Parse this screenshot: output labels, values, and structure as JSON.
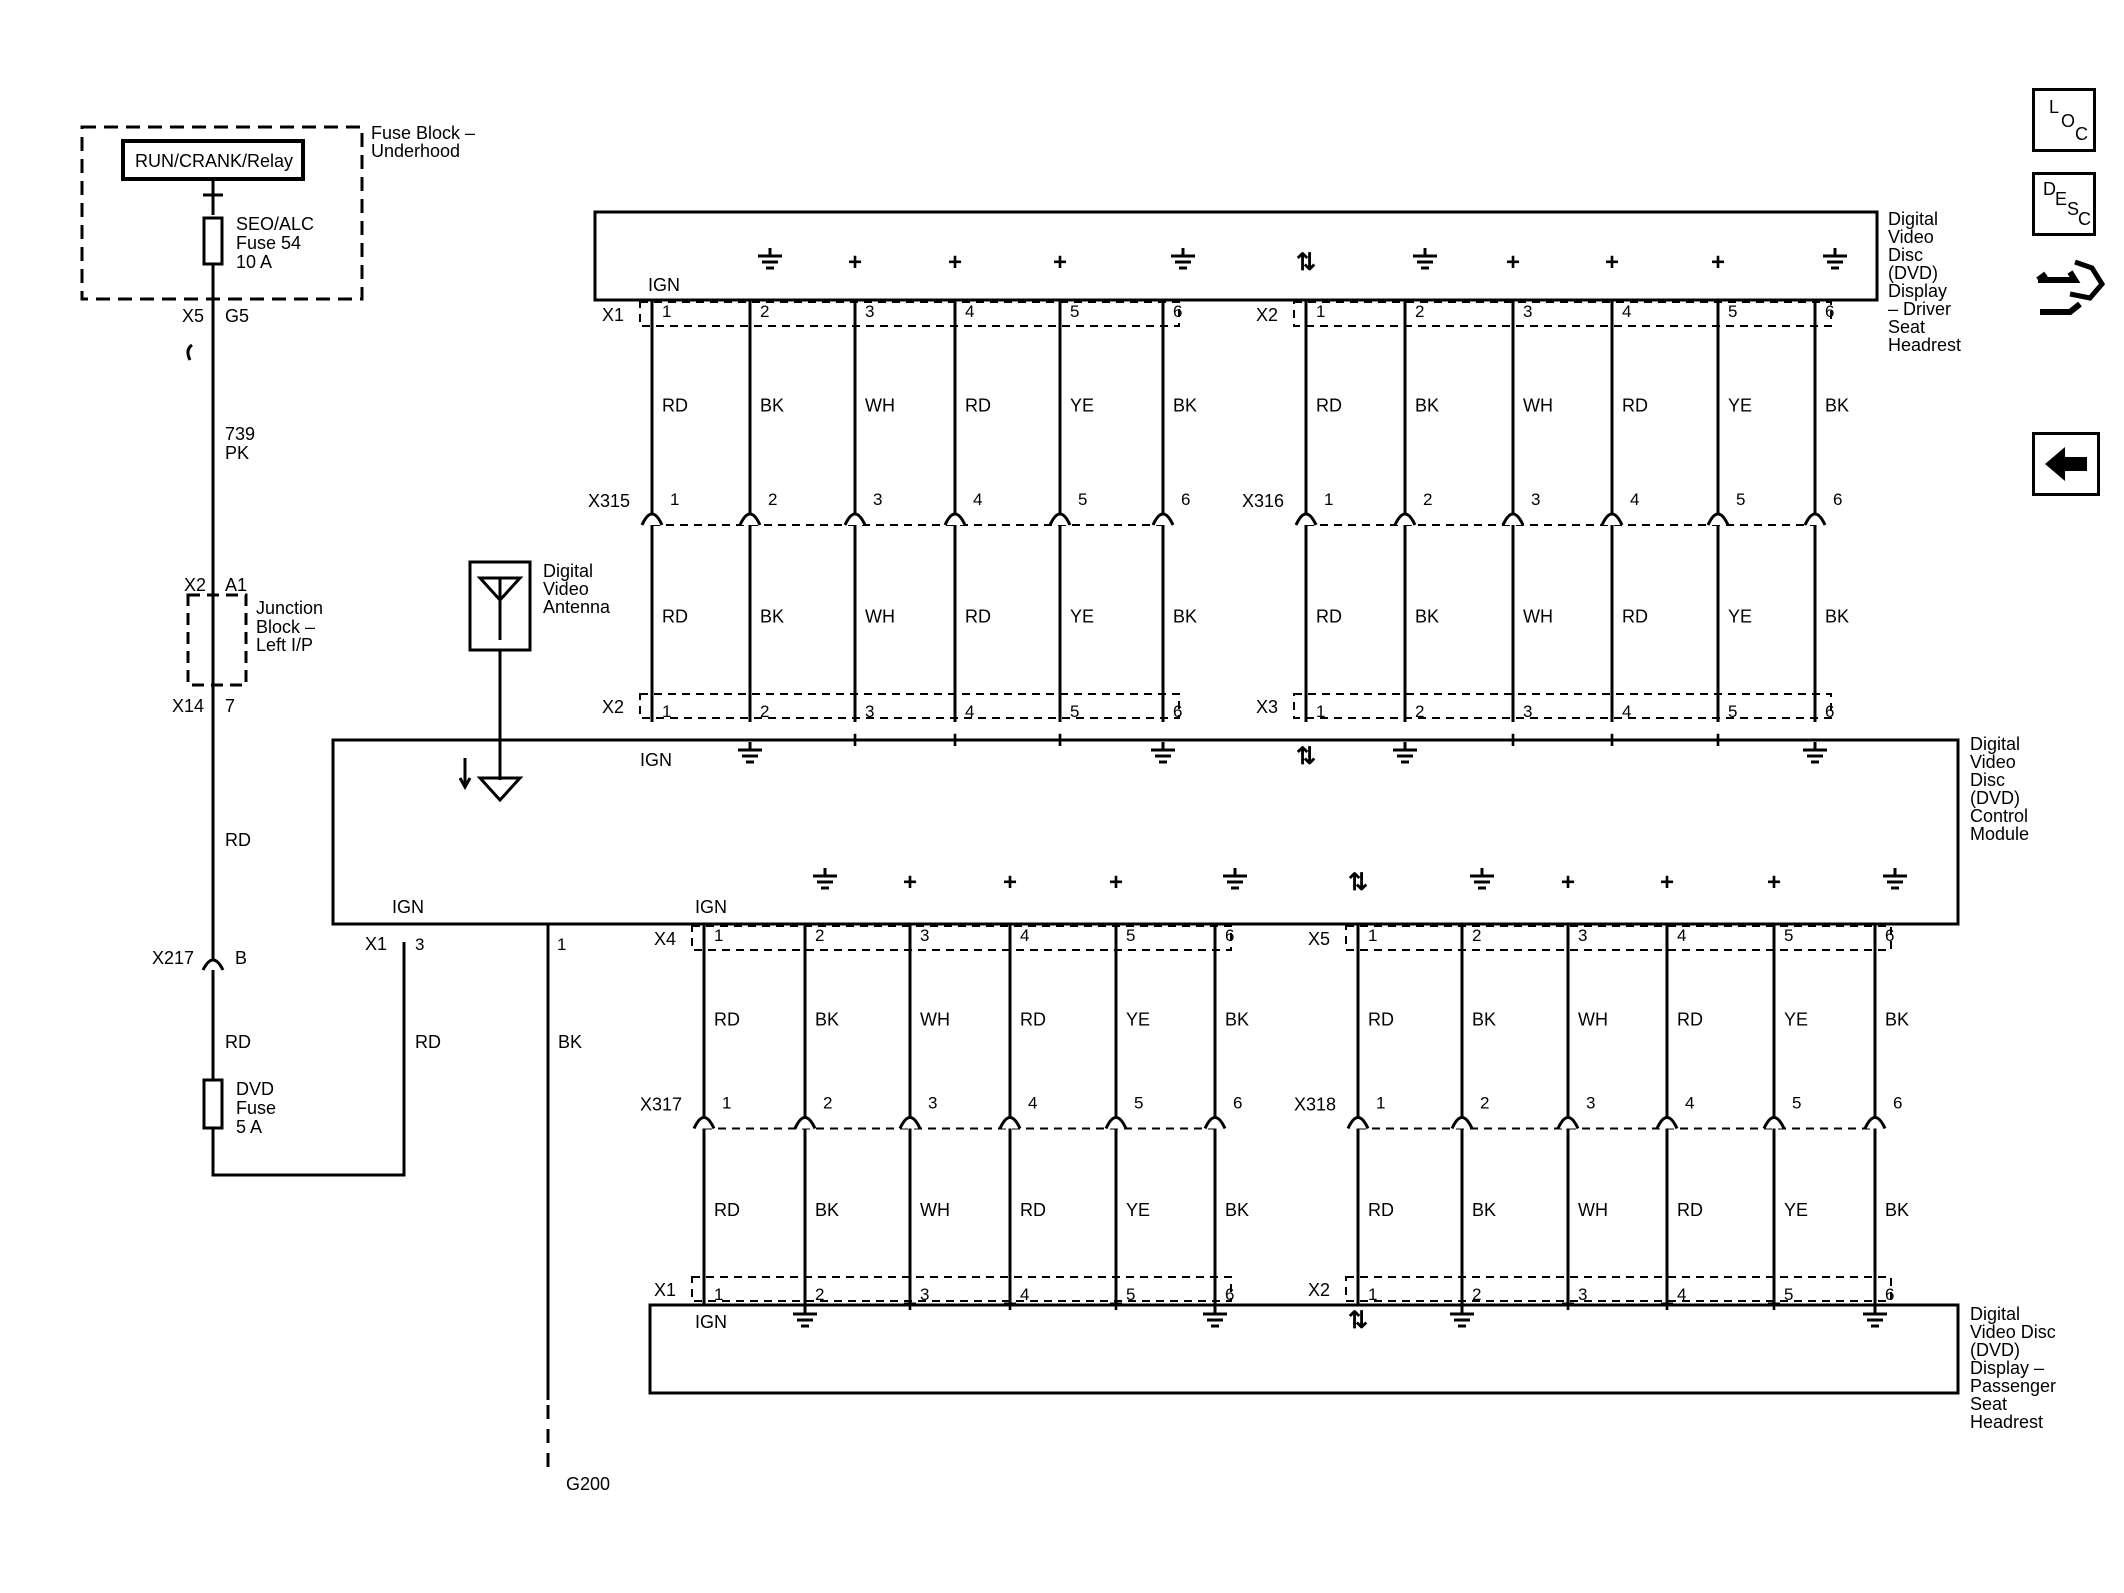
{
  "fuse_block": {
    "title_line1": "Fuse Block –",
    "title_line2": "Underhood",
    "relay": "RUN/CRANK/Relay",
    "fuse_line1": "SEO/ALC",
    "fuse_line2": "Fuse 54",
    "fuse_line3": "10 A",
    "conn": "X5",
    "pin": "G5"
  },
  "feed": {
    "circuit": "739",
    "color": "PK",
    "jb_conn_top": "X2",
    "jb_pin_top": "A1",
    "jb_title1": "Junction",
    "jb_title2": "Block –",
    "jb_title3": "Left I/P",
    "jb_conn_bot": "X14",
    "jb_pin_bot": "7",
    "rd1": "RD",
    "inline_conn": "X217",
    "inline_pin": "B",
    "rd2": "RD",
    "dvd_fuse1": "DVD",
    "dvd_fuse2": "Fuse",
    "dvd_fuse3": "5 A"
  },
  "antenna": {
    "line1": "Digital",
    "line2": "Video",
    "line3": "Antenna"
  },
  "driver_display": {
    "line1": "Digital",
    "line2": "Video",
    "line3": "Disc",
    "line4": "(DVD)",
    "line5": "Display",
    "line6": "– Driver",
    "line7": "Seat",
    "line8": "Headrest",
    "ign": "IGN",
    "conn_a": "X1",
    "conn_b": "X2"
  },
  "control_module": {
    "line1": "Digital",
    "line2": "Video",
    "line3": "Disc",
    "line4": "(DVD)",
    "line5": "Control",
    "line6": "Module",
    "ign_top": "IGN",
    "ign_x1": "IGN",
    "ign_x4": "IGN",
    "conn_top_a": "X2",
    "conn_top_b": "X3",
    "conn_x1": "X1",
    "conn_x4": "X4",
    "conn_x5": "X5",
    "x1_pin3": "3",
    "x1_pin1": "1",
    "x1_wire_rd": "RD",
    "x1_wire_bk": "BK"
  },
  "passenger_display": {
    "line1": "Digital",
    "line2": "Video Disc",
    "line3": "(DVD)",
    "line4": "Display –",
    "line5": "Passenger",
    "line6": "Seat",
    "line7": "Headrest",
    "ign": "IGN",
    "conn_a": "X1",
    "conn_b": "X2"
  },
  "inline_connectors": {
    "upper_a": "X315",
    "upper_b": "X316",
    "lower_a": "X317",
    "lower_b": "X318"
  },
  "ground": {
    "label": "G200"
  },
  "pins": [
    "1",
    "2",
    "3",
    "4",
    "5",
    "6"
  ],
  "wire_colors": [
    "RD",
    "BK",
    "WH",
    "RD",
    "YE",
    "BK"
  ],
  "nav": {
    "loc_l": "L",
    "loc_o": "O",
    "loc_c": "C",
    "desc_d": "D",
    "desc_e": "E",
    "desc_s": "S",
    "desc_c": "C"
  }
}
